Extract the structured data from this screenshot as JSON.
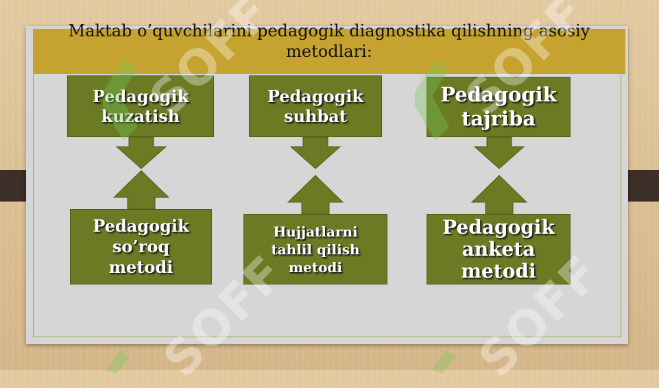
{
  "slide": {
    "title": "Maktab o’quvchilarini pedagogik diagnostika qilishning asosiy metodlari:"
  },
  "columns": [
    {
      "top_lines": [
        "Pedagogik",
        "kuzatish"
      ],
      "bottom_lines": [
        "Pedagogik",
        "so’roq",
        "metodi"
      ]
    },
    {
      "top_lines": [
        "Pedagogik",
        "suhbat"
      ],
      "bottom_lines": [
        "Hujjatlarni",
        "tahlil qilish",
        "metodi"
      ]
    },
    {
      "top_lines": [
        "Pedagogik",
        "tajriba"
      ],
      "bottom_lines": [
        "Pedagogik",
        "anketa",
        "metodi"
      ]
    }
  ],
  "watermark": {
    "text": "SOFF"
  },
  "colors": {
    "box_fill": "#6b7b23",
    "title_bar": "#c6a231",
    "slide_bg": "#d6d6d6",
    "background": "#d9bf95"
  }
}
